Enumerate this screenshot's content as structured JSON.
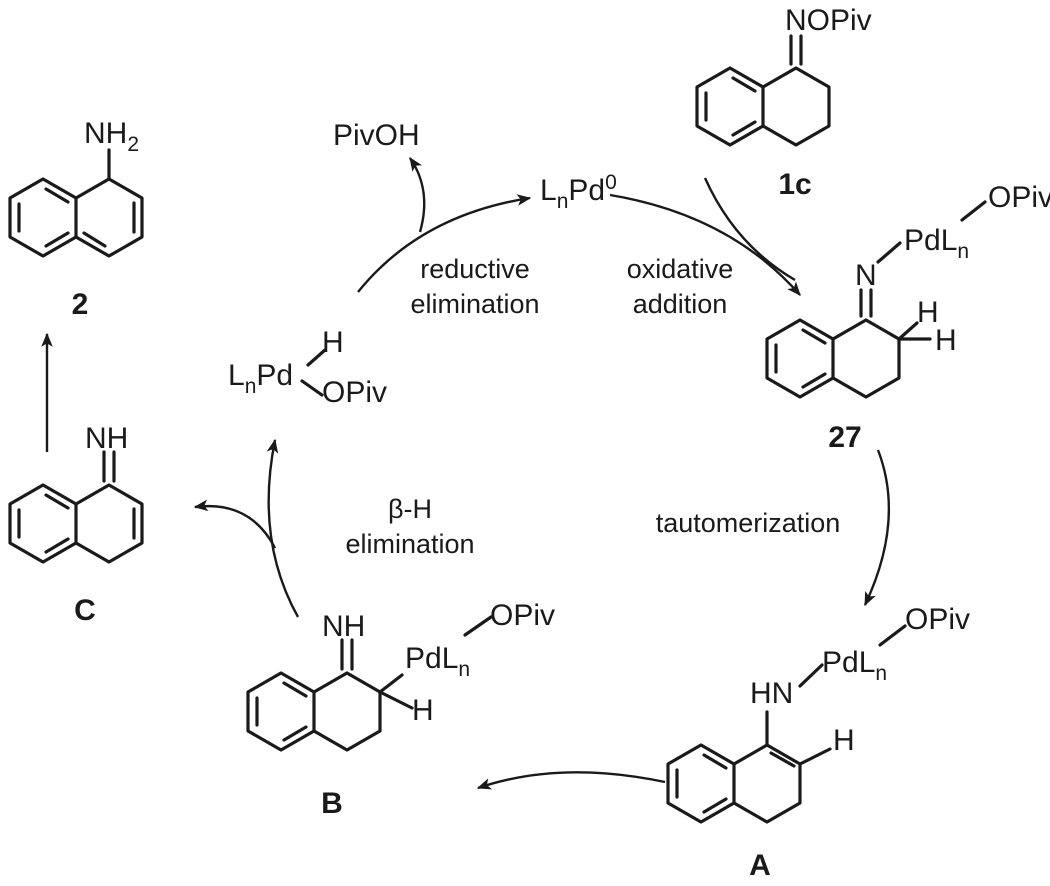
{
  "catalyst": {
    "text": "L",
    "sub": "n",
    "pd": "Pd",
    "sup": "0"
  },
  "byproduct": "PivOH",
  "steps": {
    "reductive_elimination": [
      "reductive",
      "elimination"
    ],
    "oxidative_addition": [
      "oxidative",
      "addition"
    ],
    "tautomerization": "tautomerization",
    "beta_h_elimination": [
      "β-H",
      "elimination"
    ]
  },
  "compounds": {
    "c1c": {
      "label": "1c",
      "group": "NOPiv"
    },
    "c27": {
      "label": "27",
      "pd_group": "OPiv",
      "pd": "PdL",
      "pd_sub": "n",
      "n": "N",
      "h1": "H",
      "h2": "H"
    },
    "cA": {
      "label": "A",
      "pd_group": "OPiv",
      "pd": "PdL",
      "pd_sub": "n",
      "hn": "HN",
      "h": "H"
    },
    "cB": {
      "label": "B",
      "nh": "NH",
      "pd_group": "OPiv",
      "pd": "PdL",
      "pd_sub": "n",
      "h": "H"
    },
    "cC": {
      "label": "C",
      "nh": "NH"
    },
    "c2": {
      "label": "2",
      "nh2": "NH",
      "nh2_sub": "2"
    },
    "hydride": {
      "l": "L",
      "l_sub": "n",
      "pd": "Pd",
      "h": "H",
      "opiv": "OPiv"
    }
  }
}
